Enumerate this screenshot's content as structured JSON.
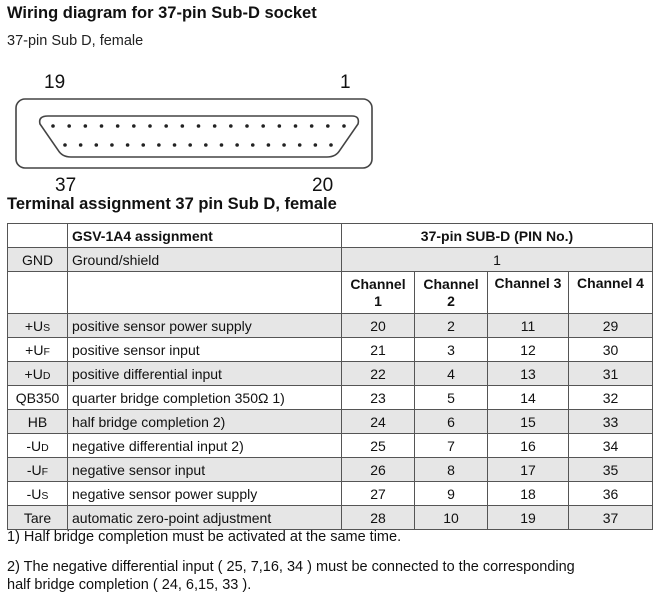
{
  "title": "Wiring diagram for 37-pin Sub-D socket",
  "subtitle": "37-pin Sub D, female",
  "connector": {
    "pin_labels": {
      "top_left": "19",
      "top_right": "1",
      "bottom_left": "37",
      "bottom_right": "20"
    },
    "top_row_pins": 19,
    "bottom_row_pins": 18
  },
  "section_title": "Terminal assignment 37 pin Sub D, female",
  "table": {
    "header_assignment": "GSV-1A4 assignment",
    "header_pins": "37-pin SUB-D (PIN No.)",
    "gnd_row": {
      "symbol": "GND",
      "description": "Ground/shield",
      "pin": "1"
    },
    "channels": [
      {
        "label": "Channel",
        "number": "1"
      },
      {
        "label": "Channel",
        "number": "2"
      },
      {
        "label": "Channel 3",
        "number": ""
      },
      {
        "label": "Channel 4",
        "number": ""
      }
    ],
    "rows": [
      {
        "sym_main": "+U",
        "sym_sub": "S",
        "description": "positive sensor power supply",
        "pins": [
          "20",
          "2",
          "11",
          "29"
        ],
        "shaded": true
      },
      {
        "sym_main": "+U",
        "sym_sub": "F",
        "description": "positive sensor input",
        "pins": [
          "21",
          "3",
          "12",
          "30"
        ],
        "shaded": false
      },
      {
        "sym_main": "+U",
        "sym_sub": "D",
        "description": "positive differential input",
        "pins": [
          "22",
          "4",
          "13",
          "31"
        ],
        "shaded": true
      },
      {
        "sym_main": "QB350",
        "sym_sub": "",
        "description": "quarter bridge completion 350Ω 1)",
        "pins": [
          "23",
          "5",
          "14",
          "32"
        ],
        "shaded": false
      },
      {
        "sym_main": "HB",
        "sym_sub": "",
        "description": "half bridge completion 2)",
        "pins": [
          "24",
          "6",
          "15",
          "33"
        ],
        "shaded": true
      },
      {
        "sym_main": "-U",
        "sym_sub": "D",
        "description": "negative differential input 2)",
        "pins": [
          "25",
          "7",
          "16",
          "34"
        ],
        "shaded": false
      },
      {
        "sym_main": "-U",
        "sym_sub": "F",
        "description": "negative sensor input",
        "pins": [
          "26",
          "8",
          "17",
          "35"
        ],
        "shaded": true
      },
      {
        "sym_main": "-U",
        "sym_sub": "S",
        "description": "negative sensor power supply",
        "pins": [
          "27",
          "9",
          "18",
          "36"
        ],
        "shaded": false
      },
      {
        "sym_main": "Tare",
        "sym_sub": "",
        "description": "automatic zero-point adjustment",
        "pins": [
          "28",
          "10",
          "19",
          "37"
        ],
        "shaded": true
      }
    ]
  },
  "notes": {
    "note1": "1) Half bridge completion must be activated at the same time.",
    "note2_line1": "2) The negative differential input ( 25, 7,16, 34 ) must be connected to the corresponding",
    "note2_line2": "half bridge completion ( 24, 6,15, 33 )."
  }
}
